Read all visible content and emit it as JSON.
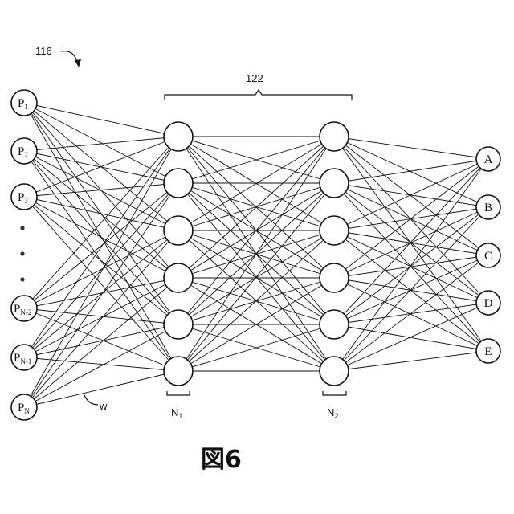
{
  "reference_numerals": {
    "network": "116",
    "hidden_group": "122",
    "weight": "w"
  },
  "input_nodes": [
    {
      "main": "P",
      "sub": "1"
    },
    {
      "main": "P",
      "sub": "2"
    },
    {
      "main": "P",
      "sub": "3"
    },
    {
      "main": "P",
      "sub": "N-2"
    },
    {
      "main": "P",
      "sub": "N-1"
    },
    {
      "main": "P",
      "sub": "N"
    }
  ],
  "hidden_layers": [
    {
      "label_main": "N",
      "label_sub": "1",
      "node_count": 6
    },
    {
      "label_main": "N",
      "label_sub": "2",
      "node_count": 6
    }
  ],
  "output_nodes": [
    "A",
    "B",
    "C",
    "D",
    "E"
  ],
  "caption": "図6",
  "colors": {
    "ink": "#111111",
    "background": "#ffffff"
  }
}
